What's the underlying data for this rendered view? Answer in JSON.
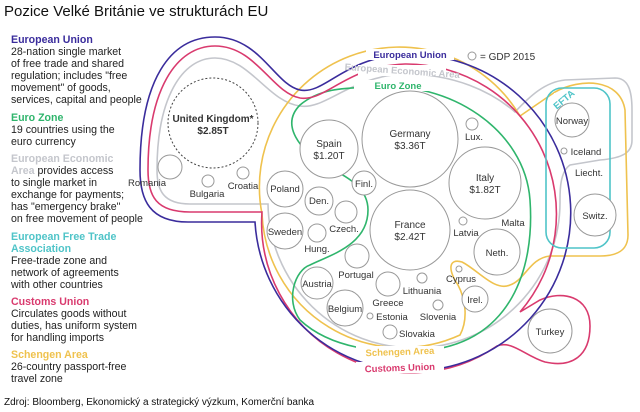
{
  "title": "Pozice Velké Británie ve strukturách EU",
  "legend": {
    "eu": {
      "title": "European Union",
      "lines": [
        "28-nation single market",
        "of free trade and shared",
        "regulation; includes \"free",
        "movement\" of goods,",
        "services, capital and people"
      ]
    },
    "euro": {
      "title": "Euro Zone",
      "lines": [
        "19 countries using the",
        "euro currency"
      ]
    },
    "eea": {
      "title_parts": [
        "European Economic",
        "Area"
      ],
      "first_line_rest": " provides access",
      "lines": [
        "to single market in",
        "exchange for payments;",
        "has \"emergency brake\"",
        "on free movement of people"
      ]
    },
    "efta": {
      "title_parts": [
        "European Free Trade",
        "Association"
      ],
      "lines": [
        "Free-trade zone and",
        "network of agreements",
        "with other countries"
      ]
    },
    "customs": {
      "title": "Customs Union",
      "lines": [
        "Circulates goods without",
        "duties, has uniform system",
        "for handling imports"
      ]
    },
    "schengen": {
      "title": "Schengen Area",
      "lines": [
        "26-country passport-free",
        "travel zone"
      ]
    }
  },
  "colors": {
    "eu": "#3a2c9c",
    "euro": "#2fb56c",
    "eea": "#c4c6cc",
    "efta": "#4fc4c8",
    "customs": "#d93a6e",
    "schengen": "#efc24e"
  },
  "zone_labels": {
    "eu": "European Union",
    "eea": "European Economic Area",
    "euro": "Euro Zone",
    "efta": "EFTA",
    "schengen": "Schengen Area",
    "customs": "Customs Union"
  },
  "gdp_legend": "= GDP 2015",
  "countries": [
    {
      "name": "United Kingdom*",
      "gdp": "$2.85T"
    },
    {
      "name": "Romania"
    },
    {
      "name": "Bulgaria"
    },
    {
      "name": "Croatia"
    },
    {
      "name": "Spain",
      "gdp": "$1.20T"
    },
    {
      "name": "Germany",
      "gdp": "$3.36T"
    },
    {
      "name": "Lux."
    },
    {
      "name": "Italy",
      "gdp": "$1.82T"
    },
    {
      "name": "Poland"
    },
    {
      "name": "Den."
    },
    {
      "name": "Finl."
    },
    {
      "name": "Czech."
    },
    {
      "name": "France",
      "gdp": "$2.42T"
    },
    {
      "name": "Sweden"
    },
    {
      "name": "Hung."
    },
    {
      "name": "Latvia"
    },
    {
      "name": "Malta"
    },
    {
      "name": "Neth."
    },
    {
      "name": "Switz."
    },
    {
      "name": "Norway"
    },
    {
      "name": "Iceland"
    },
    {
      "name": "Liecht."
    },
    {
      "name": "Portugal"
    },
    {
      "name": "Austria"
    },
    {
      "name": "Belgium"
    },
    {
      "name": "Greece"
    },
    {
      "name": "Lithuania"
    },
    {
      "name": "Cyprus"
    },
    {
      "name": "Irel."
    },
    {
      "name": "Estonia"
    },
    {
      "name": "Slovenia"
    },
    {
      "name": "Slovakia"
    },
    {
      "name": "Turkey"
    }
  ],
  "source": "Zdroj: Bloomberg, Ekonomický a strategický výzkum, Komerční banka"
}
